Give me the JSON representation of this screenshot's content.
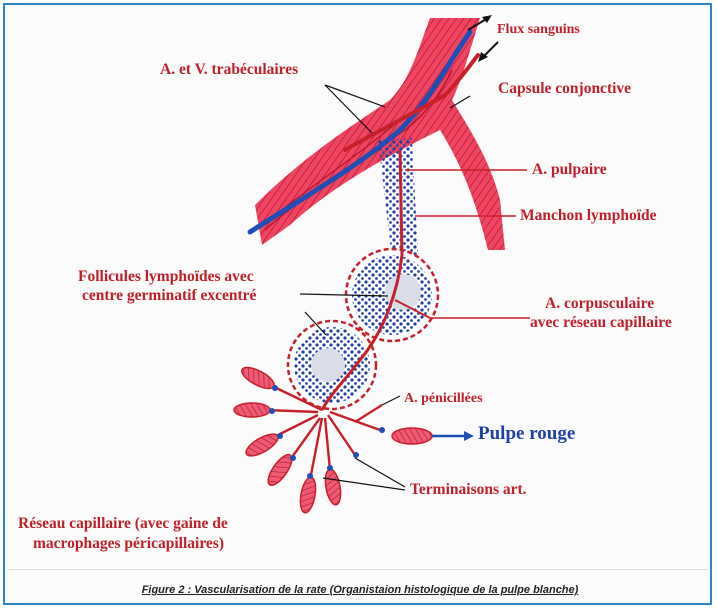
{
  "labels": {
    "flux_sanguins": "Flux sanguins",
    "av_trabeculaires": "A. et V. trabéculaires",
    "capsule": "Capsule conjonctive",
    "a_pulpaire": "A. pulpaire",
    "manchon": "Manchon lymphoïde",
    "follicules_line1": "Follicules lymphoïdes avec",
    "follicules_line2": "centre germinatif excentré",
    "corpusculaire_line1": "A. corpusculaire",
    "corpusculaire_line2": "avec réseau capillaire",
    "penicillees": "A. pénicillées",
    "pulpe_rouge": "Pulpe rouge",
    "terminaisons": "Terminaisons art.",
    "reseau_line1": "Réseau capillaire (avec gaine de",
    "reseau_line2": "macrophages péricapillaires)"
  },
  "caption": "Figure 2 : Vascularisation de la rate (Organistaion histologique de la pulpe blanche)",
  "colors": {
    "artery": "#c8202a",
    "vein": "#1e4fb8",
    "trabecula": "#e83a55",
    "lymph_dots": "#1f3fa8",
    "label_red": "#c0202a",
    "frame_blue": "#2e86c8"
  }
}
